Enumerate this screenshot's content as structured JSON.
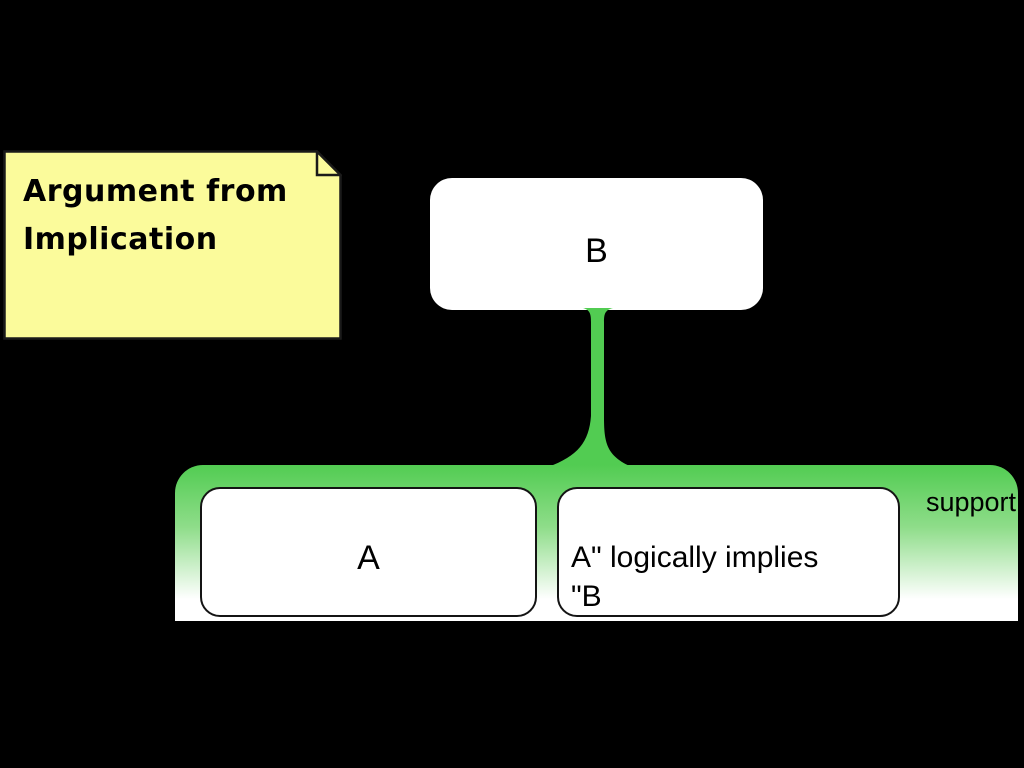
{
  "diagram": {
    "background_color": "#000000",
    "accent_green": "#52cc52",
    "note": {
      "label": "Argument from\nImplication",
      "bg_color": "#fbfb9b",
      "border_color": "#1a1a1a"
    },
    "conclusion_node": {
      "label": "B"
    },
    "support_group": {
      "relation_label": "support",
      "premise_node": {
        "label": "A"
      },
      "warrant_node": {
        "label": "A\" logically implies\n\"B"
      }
    }
  }
}
